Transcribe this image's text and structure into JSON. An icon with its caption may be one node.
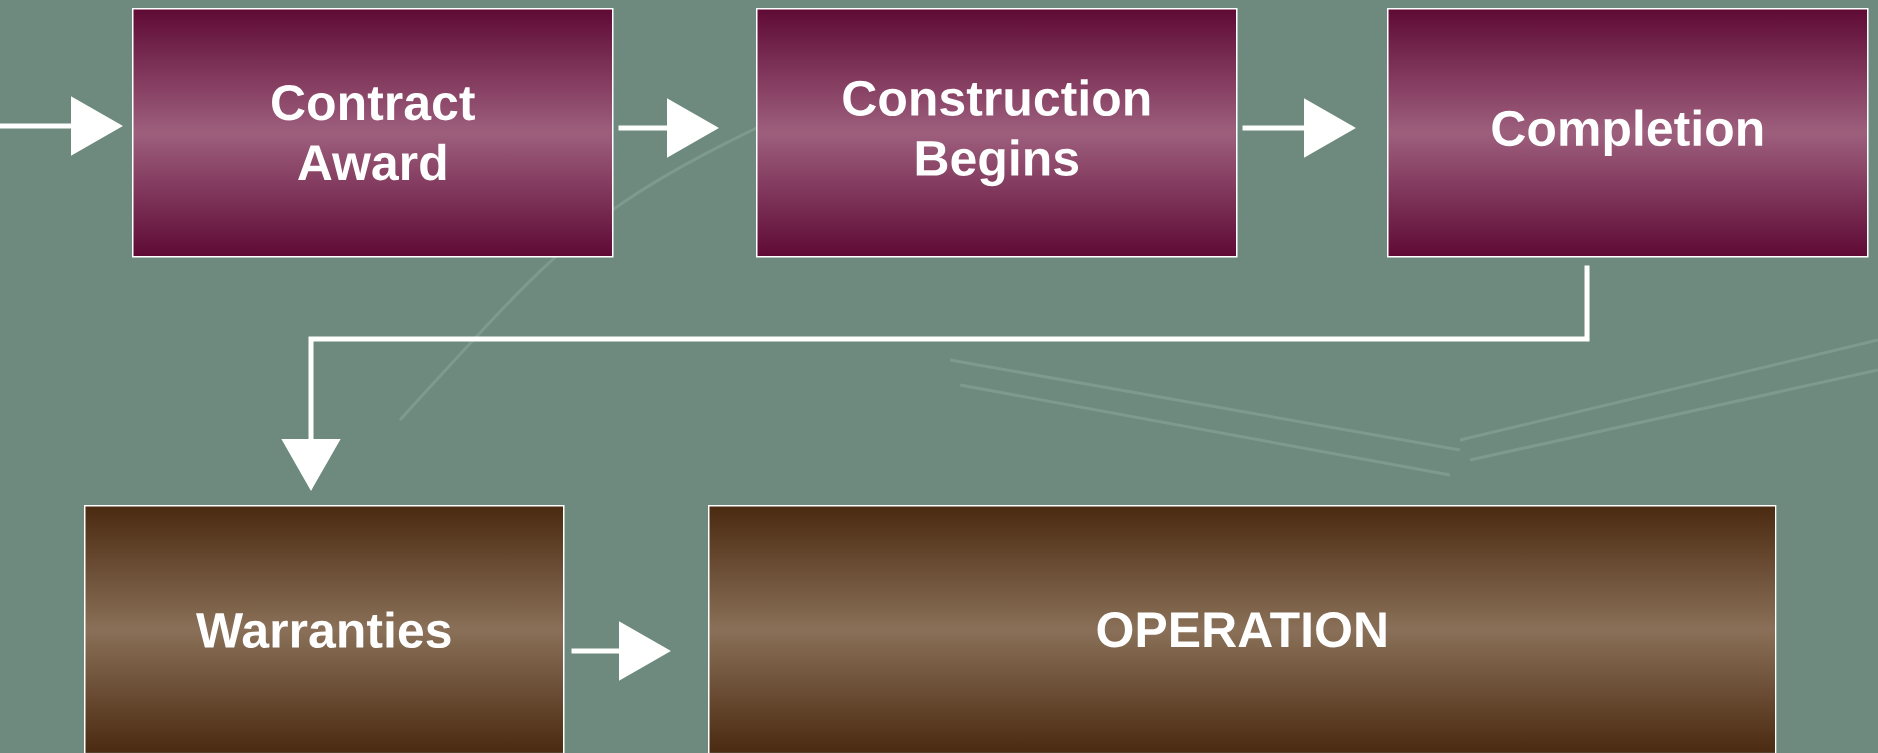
{
  "diagram": {
    "nodes": [
      {
        "text": [
          "Contract Award"
        ]
      },
      {
        "text": [
          "Construction Begins"
        ]
      },
      {
        "text": [
          "Completion"
        ]
      },
      {
        "text": [
          "Warranties"
        ]
      },
      {
        "text": [
          "OPERATION"
        ]
      }
    ],
    "edges": [
      {
        "from": null,
        "to": 0,
        "arrow": "to"
      },
      {
        "from": 0,
        "to": 1,
        "arrow": "to"
      },
      {
        "from": 1,
        "to": 2,
        "arrow": "to"
      },
      {
        "from": 2,
        "to": 3,
        "arrow": "to"
      },
      {
        "from": 3,
        "to": 4,
        "arrow": "to"
      }
    ]
  }
}
